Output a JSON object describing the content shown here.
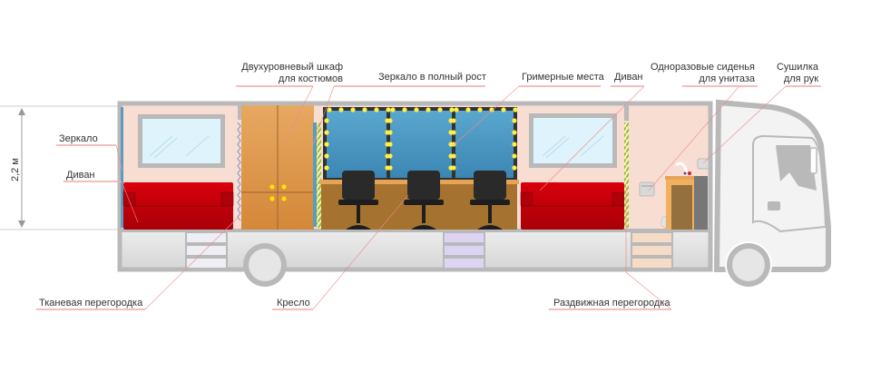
{
  "dimension": {
    "height_label": "2,2 м"
  },
  "labels": {
    "wardrobe_line1": "Двухуровневый шкаф",
    "wardrobe_line2": "для костюмов",
    "full_mirror": "Зеркало в полный рост",
    "makeup_seats": "Гримерные места",
    "sofa_right": "Диван",
    "toilet_seats_line1": "Одноразовые сиденья",
    "toilet_seats_line2": "для унитаза",
    "hand_dryer_line1": "Сушилка",
    "hand_dryer_line2": "для рук",
    "mirror_left": "Зеркало",
    "sofa_left": "Диван",
    "fabric_partition": "Тканевая перегородка",
    "chair": "Кресло",
    "sliding_partition": "Раздвижная перегородка"
  },
  "colors": {
    "sofa": "#d0000f",
    "wardrobe": "#e0a058",
    "mirror": "#4a90b8",
    "bulb": "#ffee44",
    "leader": "#f08a8a",
    "frame": "#b9b9b9"
  }
}
